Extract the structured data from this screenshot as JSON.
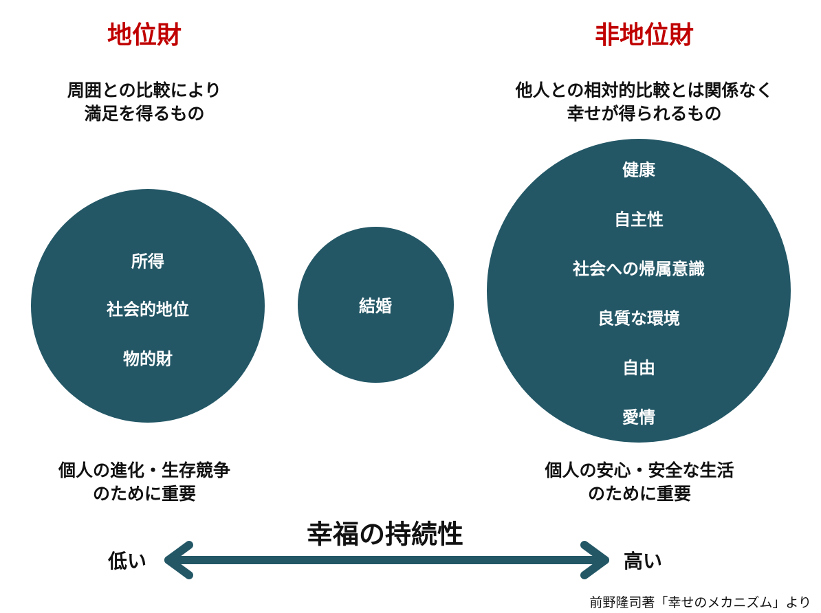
{
  "left": {
    "title": "地位財",
    "desc": [
      "周囲との比較により",
      "満足を得るもの"
    ],
    "items": [
      "所得",
      "社会的地位",
      "物的財"
    ],
    "bottom": [
      "個人の進化・生存競争",
      "のために重要"
    ]
  },
  "middle": {
    "items": [
      "結婚"
    ]
  },
  "right": {
    "title": "非地位財",
    "desc": [
      "他人との相対的比較とは関係なく",
      "幸せが得られるもの"
    ],
    "items": [
      "健康",
      "自主性",
      "社会への帰属意識",
      "良質な環境",
      "自由",
      "愛情"
    ],
    "bottom": [
      "個人の安心・安全な生活",
      "のために重要"
    ]
  },
  "axis": {
    "title": "幸福の持続性",
    "low": "低い",
    "high": "高い"
  },
  "citation": "前野隆司著「幸せのメカニズム」より",
  "colors": {
    "circle": "#235766",
    "title": "#c00000"
  }
}
